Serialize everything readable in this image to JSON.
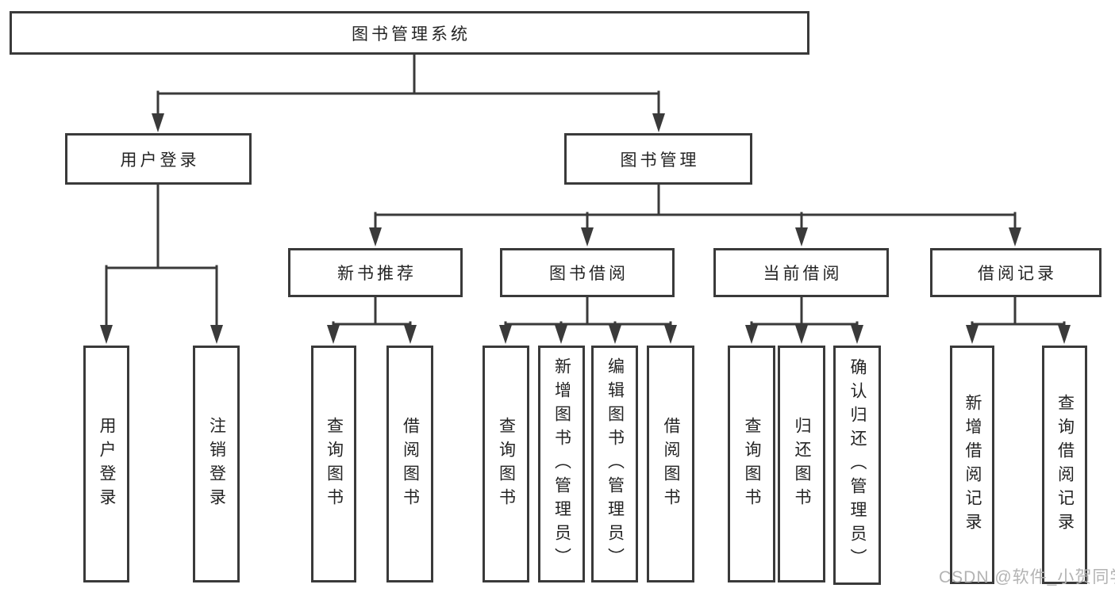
{
  "tree": {
    "root": {
      "label": "图书管理系统"
    },
    "level2": [
      {
        "label": "用户登录",
        "children": [
          {
            "label": "用户登录"
          },
          {
            "label": "注销登录"
          }
        ]
      },
      {
        "label": "图书管理",
        "children": [
          {
            "label": "新书推荐",
            "children": [
              {
                "label": "查询图书"
              },
              {
                "label": "借阅图书"
              }
            ]
          },
          {
            "label": "图书借阅",
            "children": [
              {
                "label": "查询图书"
              },
              {
                "label": "新增图书（管理员）"
              },
              {
                "label": "编辑图书（管理员）"
              },
              {
                "label": "借阅图书"
              }
            ]
          },
          {
            "label": "当前借阅",
            "children": [
              {
                "label": "查询图书"
              },
              {
                "label": "归还图书"
              },
              {
                "label": "确认归还（管理员）"
              }
            ]
          },
          {
            "label": "借阅记录",
            "children": [
              {
                "label": "新增借阅记录"
              },
              {
                "label": "查询借阅记录"
              }
            ]
          }
        ]
      }
    ]
  },
  "watermark": {
    "text": "CSDN @软件_小贺同学"
  },
  "colors": {
    "line": "#3a3a3a",
    "text": "#242424",
    "background": "#ffffff",
    "watermark": "#b3b3b3"
  }
}
